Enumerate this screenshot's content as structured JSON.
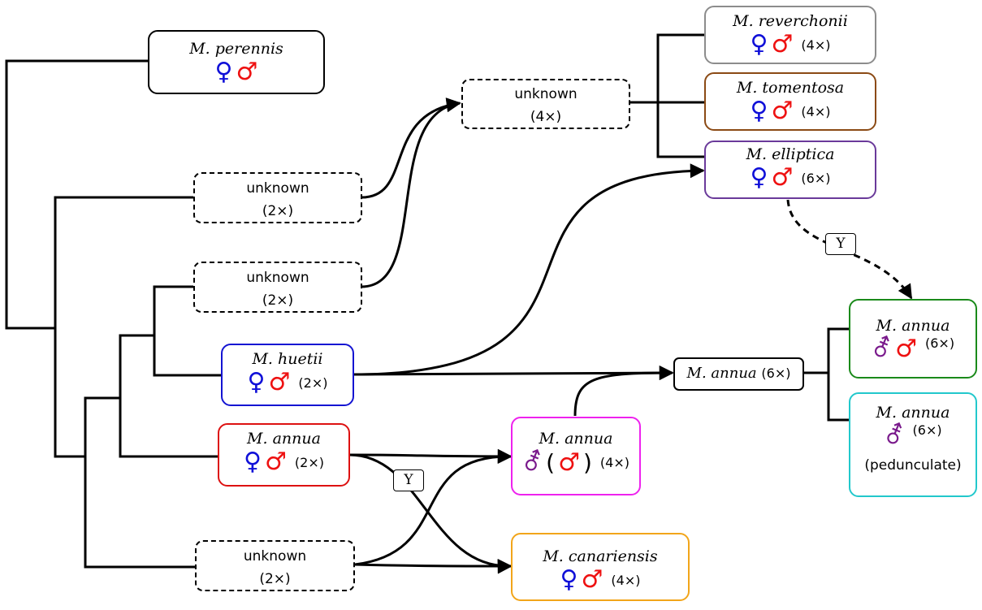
{
  "nodes": {
    "perennis": {
      "name": "M. perennis",
      "sym1": "♀",
      "sym2": "♂"
    },
    "reverchonii": {
      "name": "M. reverchonii",
      "sym1": "♀",
      "sym2": "♂",
      "ploidy": "(4×)",
      "color": "#8c8c8c"
    },
    "tomentosa": {
      "name": "M. tomentosa",
      "sym1": "♀",
      "sym2": "♂",
      "ploidy": "(4×)",
      "color": "#8b4a14"
    },
    "elliptica": {
      "name": "M. elliptica",
      "sym1": "♀",
      "sym2": "♂",
      "ploidy": "(6×)",
      "color": "#6a3a9a"
    },
    "unknown4": {
      "label": "unknown",
      "ploidy": "(4×)"
    },
    "unknownA": {
      "label": "unknown",
      "ploidy": "(2×)"
    },
    "unknownB": {
      "label": "unknown",
      "ploidy": "(2×)"
    },
    "unknownC": {
      "label": "unknown",
      "ploidy": "(2×)"
    },
    "huetii": {
      "name": "M. huetii",
      "sym1": "♀",
      "sym2": "♂",
      "ploidy": "(2×)",
      "color": "#1414d2"
    },
    "annua2": {
      "name": "M. annua",
      "sym1": "♀",
      "sym2": "♂",
      "ploidy": "(2×)",
      "color": "#dd1111"
    },
    "annua4": {
      "name": "M. annua",
      "sym1": "⚦",
      "sym2": "♂",
      "paren_open": "(",
      "paren_close": ")",
      "ploidy": "(4×)",
      "color": "#ee22ee"
    },
    "canariensis": {
      "name": "M. canariensis",
      "sym1": "♀",
      "sym2": "♂",
      "ploidy": "(4×)",
      "color": "#f2a51a"
    },
    "annua6": {
      "name": "M. annua",
      "ploidy": "(6×)"
    },
    "annua6a": {
      "name": "M. annua",
      "sym1": "⚦",
      "sym2": "♂",
      "ploidy": "(6×)",
      "color": "#1a8a1a"
    },
    "annua6b": {
      "name": "M. annua",
      "sym1": "⚦",
      "ploidy": "(6×)",
      "note": "(pedunculate)",
      "color": "#22c8cc"
    }
  },
  "y_labels": {
    "y1": "Y",
    "y2": "Y"
  },
  "colors": {
    "female": "#1010d8",
    "male": "#ee1111",
    "hermaphrodite": "#7a1a8c"
  }
}
